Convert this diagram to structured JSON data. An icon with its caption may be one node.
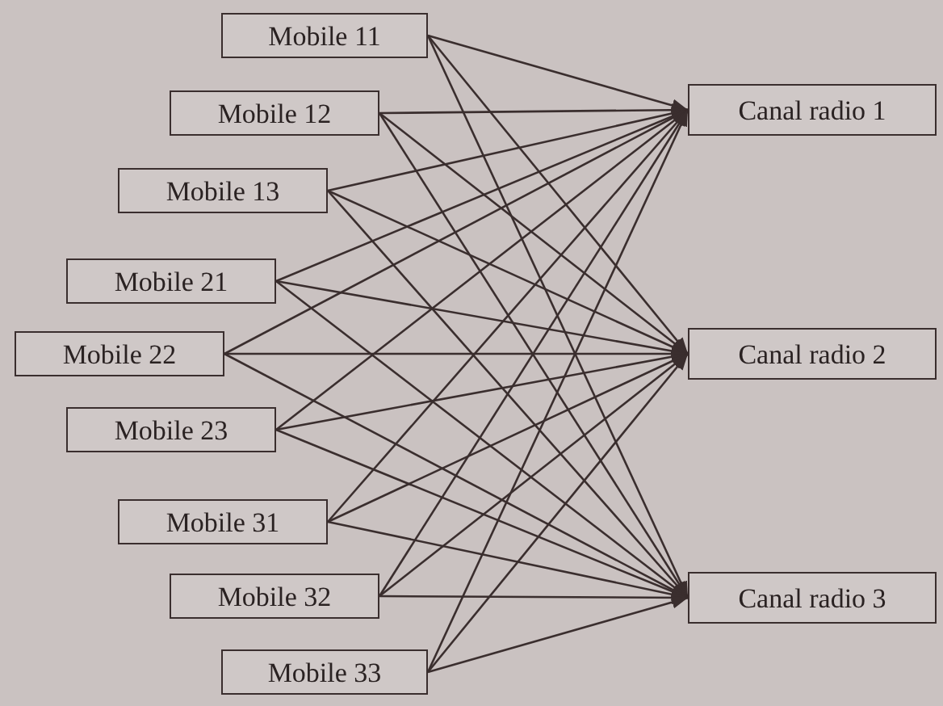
{
  "diagram": {
    "nodes": [
      {
        "text": [
          "Mobile 11"
        ]
      },
      {
        "text": [
          "Mobile 12"
        ]
      },
      {
        "text": [
          "Mobile 13"
        ]
      },
      {
        "text": [
          "Mobile 21"
        ]
      },
      {
        "text": [
          "Mobile 22"
        ]
      },
      {
        "text": [
          "Mobile 23"
        ]
      },
      {
        "text": [
          "Mobile 31"
        ]
      },
      {
        "text": [
          "Mobile 32"
        ]
      },
      {
        "text": [
          "Mobile 33"
        ]
      },
      {
        "text": [
          "Canal radio 1"
        ]
      },
      {
        "text": [
          "Canal radio 2"
        ]
      },
      {
        "text": [
          "Canal radio 3"
        ]
      }
    ],
    "edges": [
      {
        "from": 0,
        "to": 9,
        "arrow": "to"
      },
      {
        "from": 0,
        "to": 10,
        "arrow": "to"
      },
      {
        "from": 0,
        "to": 11,
        "arrow": "to"
      },
      {
        "from": 1,
        "to": 9,
        "arrow": "to"
      },
      {
        "from": 1,
        "to": 10,
        "arrow": "to"
      },
      {
        "from": 1,
        "to": 11,
        "arrow": "to"
      },
      {
        "from": 2,
        "to": 9,
        "arrow": "to"
      },
      {
        "from": 2,
        "to": 10,
        "arrow": "to"
      },
      {
        "from": 2,
        "to": 11,
        "arrow": "to"
      },
      {
        "from": 3,
        "to": 9,
        "arrow": "to"
      },
      {
        "from": 3,
        "to": 10,
        "arrow": "to"
      },
      {
        "from": 3,
        "to": 11,
        "arrow": "to"
      },
      {
        "from": 4,
        "to": 9,
        "arrow": "to"
      },
      {
        "from": 4,
        "to": 10,
        "arrow": "to"
      },
      {
        "from": 4,
        "to": 11,
        "arrow": "to"
      },
      {
        "from": 5,
        "to": 9,
        "arrow": "to"
      },
      {
        "from": 5,
        "to": 10,
        "arrow": "to"
      },
      {
        "from": 5,
        "to": 11,
        "arrow": "to"
      },
      {
        "from": 6,
        "to": 9,
        "arrow": "to"
      },
      {
        "from": 6,
        "to": 10,
        "arrow": "to"
      },
      {
        "from": 6,
        "to": 11,
        "arrow": "to"
      },
      {
        "from": 7,
        "to": 9,
        "arrow": "to"
      },
      {
        "from": 7,
        "to": 10,
        "arrow": "to"
      },
      {
        "from": 7,
        "to": 11,
        "arrow": "to"
      },
      {
        "from": 8,
        "to": 9,
        "arrow": "to"
      },
      {
        "from": 8,
        "to": 10,
        "arrow": "to"
      },
      {
        "from": 8,
        "to": 11,
        "arrow": "to"
      }
    ]
  }
}
